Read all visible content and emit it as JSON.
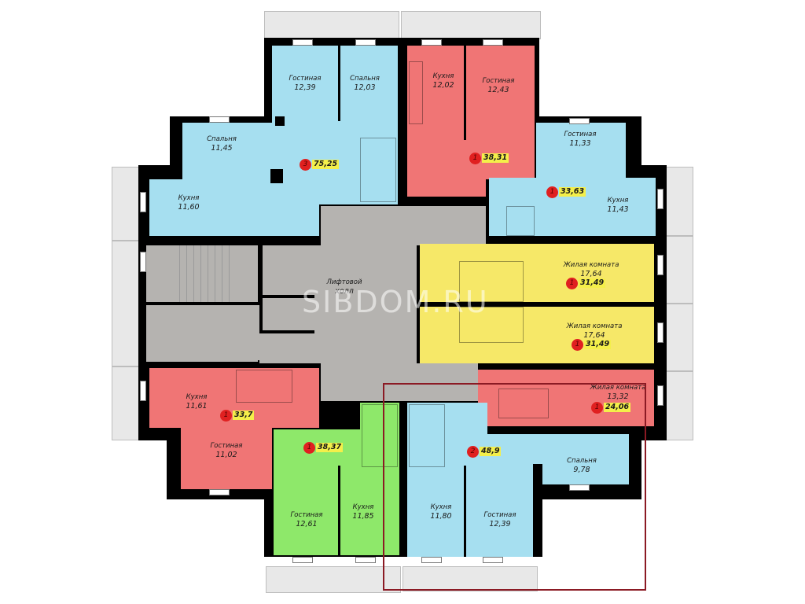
{
  "watermark": "SIBDOM.RU",
  "colors": {
    "blue": "#a6dff0",
    "red": "#f07575",
    "yellow": "#f6e868",
    "green": "#8ee86a",
    "common_area": "#b5b3b0",
    "badge_circle": "#e02020",
    "badge_area": "#f4ef4a",
    "selection_frame": "#8b1a24"
  },
  "common": {
    "elevator_hall": {
      "line1": "Лифтовой",
      "line2": "холл"
    }
  },
  "apartments": [
    {
      "id": "apt-3-75",
      "color": "blue",
      "rooms_count": "3",
      "total_area": "75,25",
      "rooms": [
        {
          "name": "Гостиная",
          "area": "12,39"
        },
        {
          "name": "Спальня",
          "area": "12,03"
        },
        {
          "name": "Спальня",
          "area": "11,45"
        },
        {
          "name": "Кухня",
          "area": "11,60"
        }
      ]
    },
    {
      "id": "apt-1-38-31",
      "color": "red",
      "rooms_count": "1",
      "total_area": "38,31",
      "rooms": [
        {
          "name": "Кухня",
          "area": "12,02"
        },
        {
          "name": "Гостиная",
          "area": "12,43"
        }
      ]
    },
    {
      "id": "apt-1-33-63",
      "color": "blue",
      "rooms_count": "1",
      "total_area": "33,63",
      "rooms": [
        {
          "name": "Гостиная",
          "area": "11,33"
        },
        {
          "name": "Кухня",
          "area": "11,43"
        }
      ]
    },
    {
      "id": "apt-studio-a",
      "color": "yellow",
      "rooms_count": "1",
      "total_area": "31,49",
      "rooms": [
        {
          "name": "Жилая комната",
          "area": "17,64"
        }
      ]
    },
    {
      "id": "apt-studio-b",
      "color": "yellow",
      "rooms_count": "1",
      "total_area": "31,49",
      "rooms": [
        {
          "name": "Жилая комната",
          "area": "17,64"
        }
      ]
    },
    {
      "id": "apt-studio-c",
      "color": "red",
      "rooms_count": "1",
      "total_area": "24,06",
      "rooms": [
        {
          "name": "Жилая комната",
          "area": "13,32"
        }
      ]
    },
    {
      "id": "apt-1-33-7",
      "color": "red",
      "rooms_count": "1",
      "total_area": "33,7",
      "rooms": [
        {
          "name": "Кухня",
          "area": "11,61"
        },
        {
          "name": "Гостиная",
          "area": "11,02"
        }
      ]
    },
    {
      "id": "apt-1-38-37",
      "color": "green",
      "rooms_count": "1",
      "total_area": "38,37",
      "rooms": [
        {
          "name": "Гостиная",
          "area": "12,61"
        },
        {
          "name": "Кухня",
          "area": "11,85"
        }
      ]
    },
    {
      "id": "apt-2-48-9",
      "color": "blue",
      "rooms_count": "2",
      "total_area": "48,9",
      "rooms": [
        {
          "name": "Кухня",
          "area": "11,80"
        },
        {
          "name": "Гостиная",
          "area": "12,39"
        },
        {
          "name": "Спальня",
          "area": "9,78"
        }
      ]
    }
  ]
}
